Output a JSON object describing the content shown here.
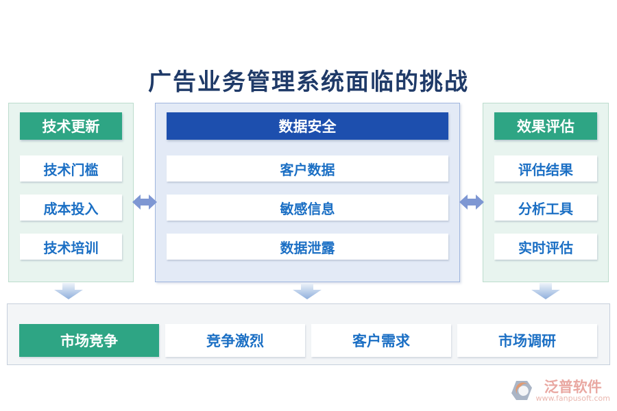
{
  "title": "广告业务管理系统面临的挑战",
  "columns": [
    {
      "header": "技术更新",
      "style": "green",
      "items": [
        "技术门槛",
        "成本投入",
        "技术培训"
      ]
    },
    {
      "header": "数据安全",
      "style": "blue",
      "items": [
        "客户数据",
        "敏感信息",
        "数据泄露"
      ]
    },
    {
      "header": "效果评估",
      "style": "green",
      "items": [
        "评估结果",
        "分析工具",
        "实时评估"
      ]
    }
  ],
  "bottom_row": {
    "header": "市场竞争",
    "items": [
      "竞争激烈",
      "客户需求",
      "市场调研"
    ]
  },
  "footer": {
    "brand": "泛普软件",
    "url": "www.fanpusoft.com"
  },
  "colors": {
    "title_text": "#1f3a68",
    "green_accent": "#2ea584",
    "blue_header": "#1d4fae",
    "item_text": "#1b6fc4",
    "green_panel_bg": "#e8f4ef",
    "blue_panel_bg": "#e3eaf6",
    "bottom_panel_bg": "#f3f5f7",
    "arrow_blue": "#7e97d3",
    "logo_pink": "#e9a8a2"
  }
}
